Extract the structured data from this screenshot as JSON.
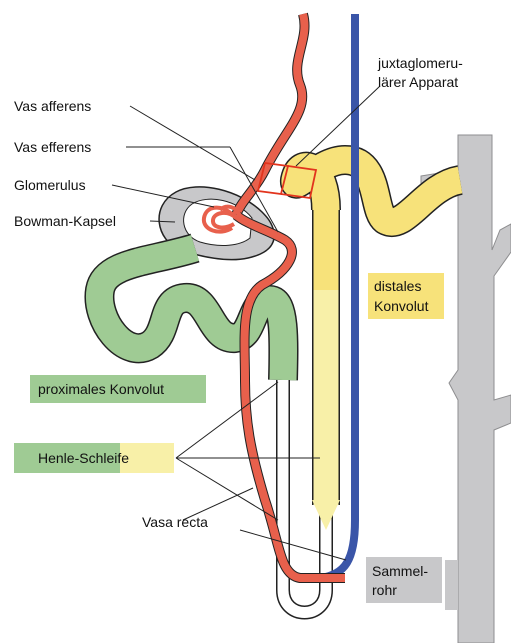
{
  "labels": {
    "juxta_line1": "juxtaglomeru-",
    "juxta_line2": "lärer Apparat",
    "vas_afferens": "Vas afferens",
    "vas_efferens": "Vas efferens",
    "glomerulus": "Glomerulus",
    "bowman_kapsel": "Bowman-Kapsel",
    "distales_line1": "distales",
    "distales_line2": "Konvolut",
    "proximales": "proximales Konvolut",
    "henle": "Henle-Schleife",
    "vasa_recta": "Vasa recta",
    "sammel_line1": "Sammel-",
    "sammel_line2": "rohr"
  },
  "colors": {
    "arterial": "#e8604c",
    "venous": "#3a55a8",
    "proximal": "#9fcb94",
    "distal": "#f7e27a",
    "loop_light": "#f8f0a8",
    "collecting": "#c8c8ca",
    "marker": "#e2341d",
    "outline": "#222222"
  }
}
